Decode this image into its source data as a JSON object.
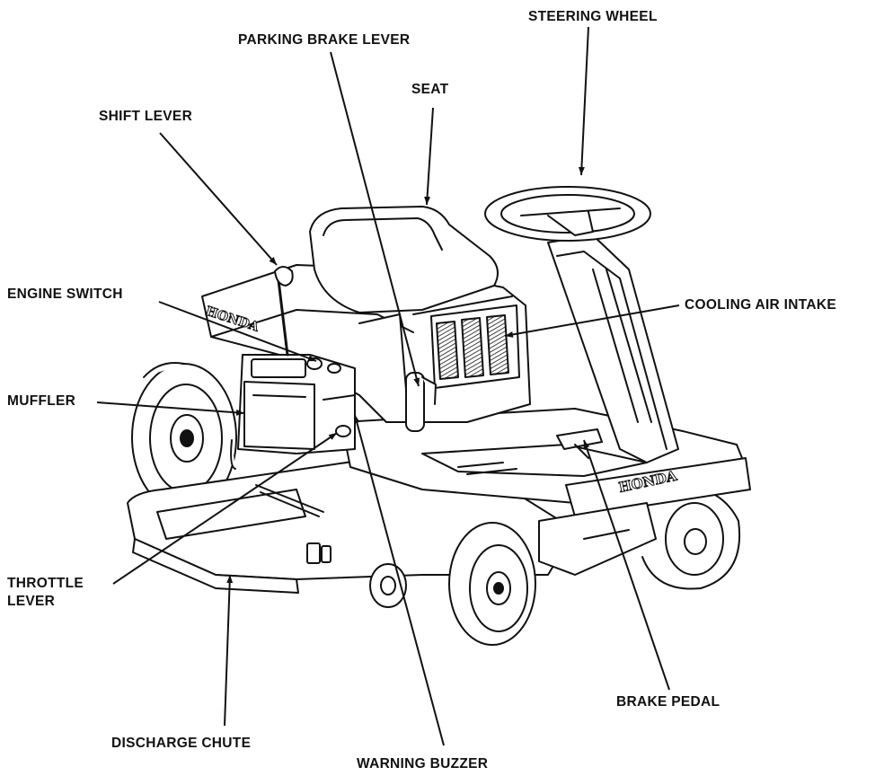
{
  "diagram": {
    "colors": {
      "ink": "#111111",
      "paper": "#ffffff",
      "shade": "#8a8a8a"
    },
    "labels": {
      "steering_wheel": "STEERING WHEEL",
      "parking_brake_lever": "PARKING BRAKE LEVER",
      "seat": "SEAT",
      "shift_lever": "SHIFT LEVER",
      "engine_switch": "ENGINE SWITCH",
      "cooling_air_intake": "COOLING AIR INTAKE",
      "muffler": "MUFFLER",
      "throttle_lever_line1": "THROTTLE",
      "throttle_lever_line2": "LEVER",
      "brake_pedal": "BRAKE PEDAL",
      "discharge_chute": "DISCHARGE CHUTE",
      "warning_buzzer": "WARNING BUZZER"
    },
    "brand_marks": {
      "hood": "HONDA",
      "front_bumper": "HONDA"
    }
  }
}
